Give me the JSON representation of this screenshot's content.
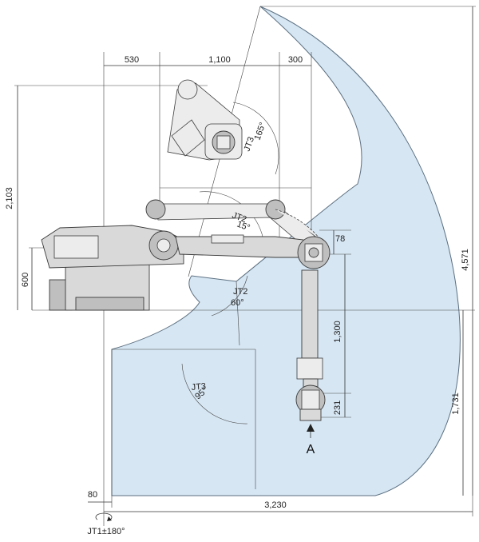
{
  "colors": {
    "envelope_fill": "#d6e6f3",
    "envelope_stroke": "#5c6f80",
    "robot_fill": "#d9d9d9",
    "robot_dark": "#bfbfbf",
    "line": "#333333"
  },
  "dimensions": {
    "top_530": "530",
    "top_1100": "1,100",
    "top_300": "300",
    "left_2103": "2,103",
    "left_600": "600",
    "right_4571": "4,571",
    "right_1731": "1,731",
    "mid_1300": "1,300",
    "mid_231": "231",
    "mid_78": "78",
    "bottom_80": "80",
    "bottom_3230": "3,230"
  },
  "joints": {
    "jt3_upper_name": "JT3",
    "jt3_upper_angle": "165°",
    "jt2_upper_name": "JT2",
    "jt2_upper_angle": "15°",
    "jt2_lower_name": "JT2",
    "jt2_lower_angle": "60°",
    "jt3_lower_name": "JT3",
    "jt3_lower_angle": "95°",
    "jt1": "JT1±180°"
  },
  "point_label": "A",
  "icons": {
    "rotation": "rotation-arrow-icon",
    "point_arrow": "arrow-up-icon"
  }
}
